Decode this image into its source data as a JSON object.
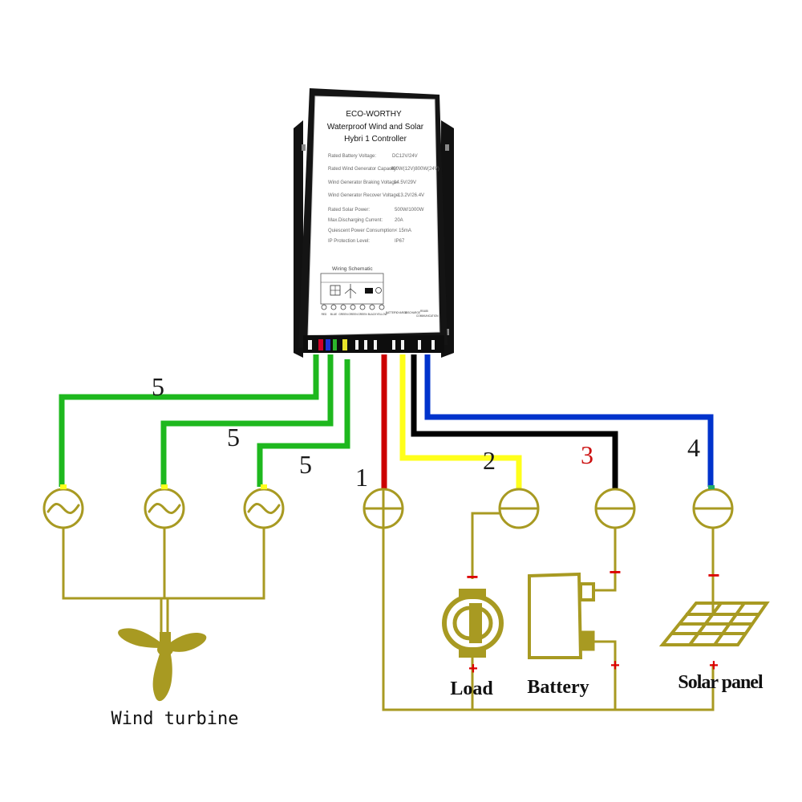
{
  "controller": {
    "brand": "ECO-WORTHY",
    "title_line1": "Waterproof Wind and Solar",
    "title_line2": "Hybri 1 Controller",
    "specs": [
      {
        "label": "Rated Battery Voltage:",
        "value": "DC12V/24V"
      },
      {
        "label": "Rated Wind Generator Capacity:",
        "value": "400W(12V)800W(24V)"
      },
      {
        "label": "Wind Generator Braking Voltage:",
        "value": "14.5V/29V"
      },
      {
        "label": "Wind Generator Recover Voltage:",
        "value": "13.2V/26.4V"
      },
      {
        "label": "Rated Solar Power:",
        "value": "500W/1000W"
      },
      {
        "label": "Max.Discharging Current:",
        "value": "20A"
      },
      {
        "label": "Quiescent Power Consumption:",
        "value": "< 15mA"
      },
      {
        "label": "IP Protection Level:",
        "value": "IP67"
      }
    ],
    "schematic_title": "Wiring Schematic",
    "port_labels": [
      "RED",
      "BLUE",
      "GREEN",
      "GREEN",
      "GREEN",
      "BLACK",
      "YELLOW"
    ],
    "bus_labels": [
      "BATTERY",
      "CHARGE",
      "DISCHARGE",
      "RS485",
      "COMMUNICATION"
    ]
  },
  "wire_numbers": {
    "w5a": "5",
    "w5b": "5",
    "w5c": "5",
    "w1": "1",
    "w2": "2",
    "w3": "3",
    "w4": "4"
  },
  "polarity": {
    "minus": "−",
    "plus": "+"
  },
  "components": {
    "wind_turbine": "Wind turbine",
    "load": "Load",
    "battery": "Battery",
    "solar_panel": "Solar panel"
  },
  "colors": {
    "wire_green": "#1eb81e",
    "wire_red": "#cc0000",
    "wire_yellow": "#ffff1a",
    "wire_black": "#000000",
    "wire_blue": "#0033cc",
    "circuit": "#a89a22",
    "label_red": "#cc1111"
  }
}
